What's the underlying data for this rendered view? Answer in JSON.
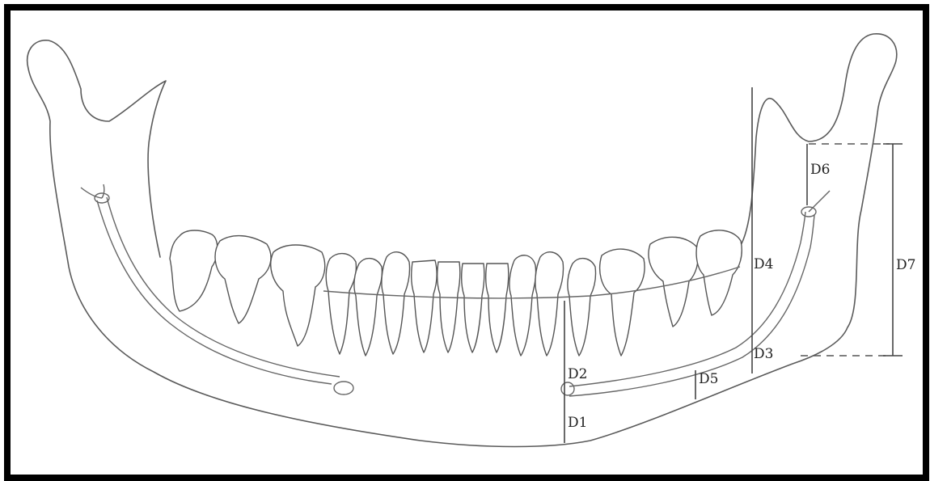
{
  "labels": {
    "d1": "D1",
    "d2": "D2",
    "d3": "D3",
    "d4": "D4",
    "d5": "D5",
    "d6": "D6",
    "d7": "D7"
  },
  "colors": {
    "frame": "#000000",
    "line": "#555555",
    "background": "#ffffff"
  }
}
